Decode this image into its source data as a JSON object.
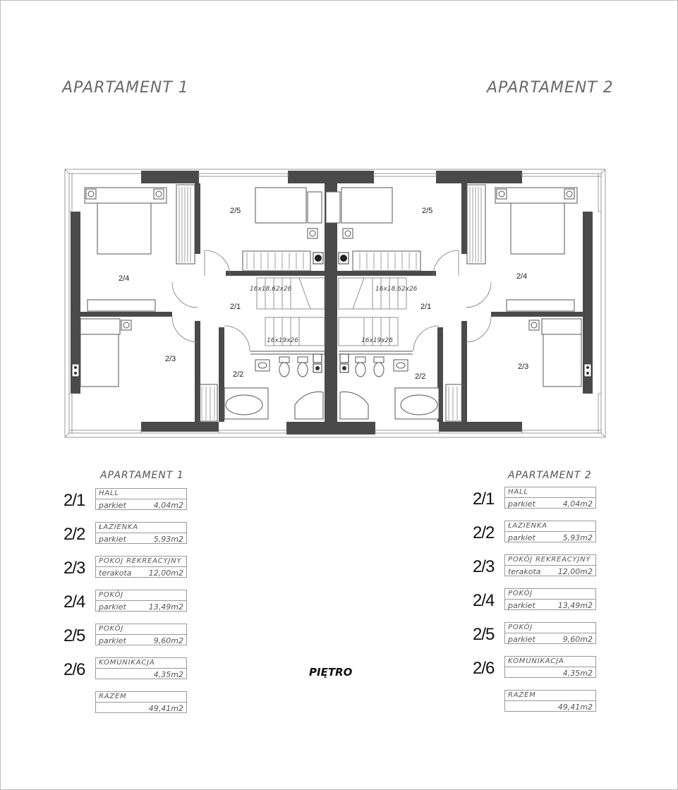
{
  "headings": {
    "apartment_1": "APARTAMENT 1",
    "apartment_2": "APARTAMENT 2"
  },
  "plan": {
    "rooms_left": {
      "r21": "2/1",
      "r22": "2/2",
      "r23": "2/3",
      "r24": "2/4",
      "r25": "2/5"
    },
    "rooms_right": {
      "r21": "2/1",
      "r22": "2/2",
      "r23": "2/3",
      "r24": "2/4",
      "r25": "2/5"
    },
    "stairs_left": {
      "upper": "16x18,62x26",
      "lower": "16x19x26"
    },
    "stairs_right": {
      "upper": "16x18,62x26",
      "lower": "16x19x26"
    }
  },
  "table_left": {
    "title": "APARTAMENT 1",
    "rows": [
      {
        "num": "2/1",
        "name": "HALL",
        "floor": "parkiet",
        "area": "4,04m2"
      },
      {
        "num": "2/2",
        "name": "ŁAZIENKA",
        "floor": "parkiet",
        "area": "5,93m2"
      },
      {
        "num": "2/3",
        "name": "POKOJ REKREACYJNY",
        "floor": "terakota",
        "area": "12,00m2"
      },
      {
        "num": "2/4",
        "name": "POKÓJ",
        "floor": "parkiet",
        "area": "13,49m2"
      },
      {
        "num": "2/5",
        "name": "POKÓJ",
        "floor": "parkiet",
        "area": "9,60m2"
      },
      {
        "num": "2/6",
        "name": "KOMUNIKACJA",
        "floor": "",
        "area": "4,35m2"
      }
    ],
    "total": {
      "name": "RAZEM",
      "area": "49,41m2"
    }
  },
  "table_right": {
    "title": "APARTAMENT 2",
    "rows": [
      {
        "num": "2/1",
        "name": "HALL",
        "floor": "parkiet",
        "area": "4,04m2"
      },
      {
        "num": "2/2",
        "name": "ŁAZIENKA",
        "floor": "parkiet",
        "area": "5,93m2"
      },
      {
        "num": "2/3",
        "name": "POKÓJ REKREACYJNY",
        "floor": "terakota",
        "area": "12,00m2"
      },
      {
        "num": "2/4",
        "name": "POKÓJ",
        "floor": "parkiet",
        "area": "13,49m2"
      },
      {
        "num": "2/5",
        "name": "POKÓJ",
        "floor": "parkiet",
        "area": "9,60m2"
      },
      {
        "num": "2/6",
        "name": "KOMUNIKACJA",
        "floor": "",
        "area": "4,35m2"
      }
    ],
    "total": {
      "name": "RAZEM",
      "area": "49,41m2"
    }
  },
  "floor_label": "PIĘTRO",
  "colors": {
    "wall": "#4a4a4a",
    "line": "#555555",
    "thin": "#9a9a9a"
  }
}
